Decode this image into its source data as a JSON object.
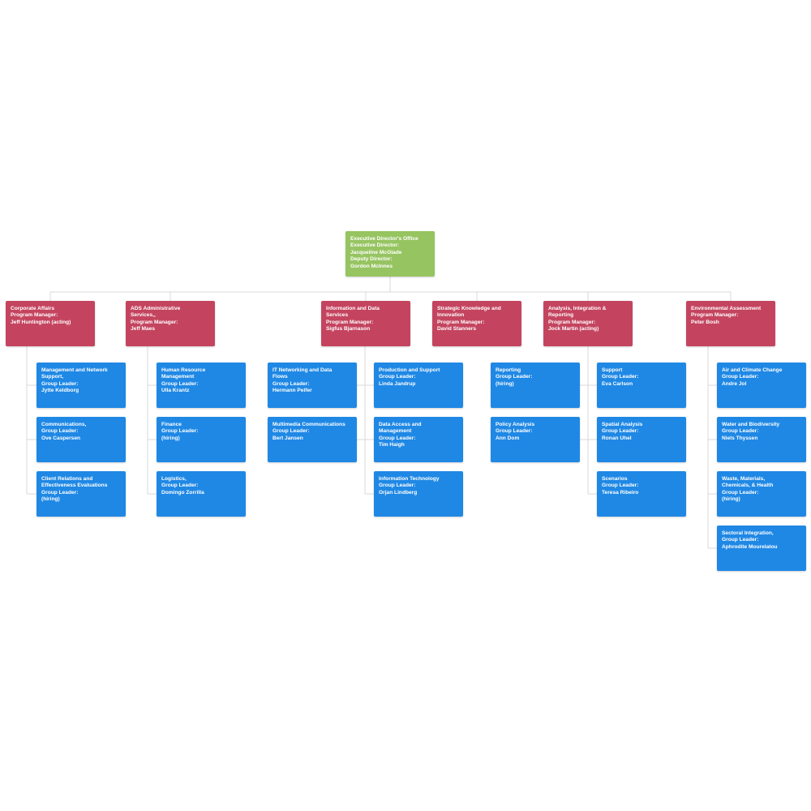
{
  "colors": {
    "root": "#96c461",
    "program": "#c4445f",
    "group": "#1f88e5",
    "connector": "#d9d9d9"
  },
  "root": {
    "lines": [
      "Executive Director's Office",
      "Executive Director:",
      "Jacqueline McGlade",
      "Deputy Director:",
      "Gordon McInnes"
    ]
  },
  "programs": [
    {
      "lines": [
        "Corporate Affairs",
        "Program Manager:",
        "Jeff Huntington (acting)"
      ],
      "groups": [
        [
          "Management and Network",
          "Support,",
          "Group Leader:",
          "Jytte Keldborg"
        ],
        [
          "Communications,",
          "Group Leader:",
          "Ove Caspersen"
        ],
        [
          "Client Relations and",
          "Effectiveness Evaluations",
          "Group Leader:",
          "(hiring)"
        ]
      ]
    },
    {
      "lines": [
        "ADS Administrative",
        "Services,,",
        "Program Manager:",
        "Jeff Maes"
      ],
      "groups": [
        [
          "Human Resource",
          "Management",
          "Group Leader:",
          "Ulla Krantz"
        ],
        [
          "Finance",
          "Group Leader:",
          "(hiring)"
        ],
        [
          "Logistics,",
          "Group Leader:",
          "Domingo Zorrilla"
        ]
      ]
    },
    {
      "lines": [
        "Information and Data",
        "Services",
        "Program Manager:",
        "Sigfus Bjarnason"
      ],
      "groups_left": [
        [
          "IT Networking and Data",
          "Flows",
          "Group Leader:",
          "Hermann Peifer"
        ],
        [
          "Multimedia Communications",
          "Group Leader:",
          "Bert Jansen"
        ]
      ],
      "groups_right": [
        [
          "Production and Support",
          "Group Leader:",
          "Linda Jandrup"
        ],
        [
          "Data Access and",
          "Management",
          "Group Leader:",
          "Tim Haigh"
        ],
        [
          "Information Technology",
          "Group Leader:",
          "Orjan Lindberg"
        ]
      ]
    },
    {
      "lines": [
        "Strategic Knowledge and",
        "Innovation",
        "Program Manager:",
        "David Stanners"
      ]
    },
    {
      "lines": [
        "Analysis, Integration &",
        "Reporting",
        "Program Manager:",
        "Jock Martin (acting)"
      ],
      "groups_left": [
        [
          "Reporting",
          "Group Leader:",
          "(hiring)"
        ],
        [
          "Policy Analysis",
          "Group Leader:",
          "Ann Dom"
        ]
      ],
      "groups_right": [
        [
          "Support",
          "Group Leader:",
          "Eva Carlson"
        ],
        [
          "Spatial Analysis",
          "Group Leader:",
          "Ronan Uhel"
        ],
        [
          "Scenarios",
          "Group Leader:",
          "Teresa Ribeiro"
        ]
      ]
    },
    {
      "lines": [
        "Environmental Assessment",
        "Program Manager:",
        "Peter Bosh"
      ],
      "groups": [
        [
          "Air and Climate Change",
          "Group Leader:",
          "Andre Jol"
        ],
        [
          "Water and Biodiversity",
          "Group Leader:",
          "Niels Thyssen"
        ],
        [
          "Waste, Materials,",
          "Chemicals, & Health",
          "Group Leader:",
          "(hiring)"
        ],
        [
          "Sectoral Integration,",
          "Group Leader:",
          "Aphrodite Mourelatou"
        ]
      ]
    }
  ]
}
